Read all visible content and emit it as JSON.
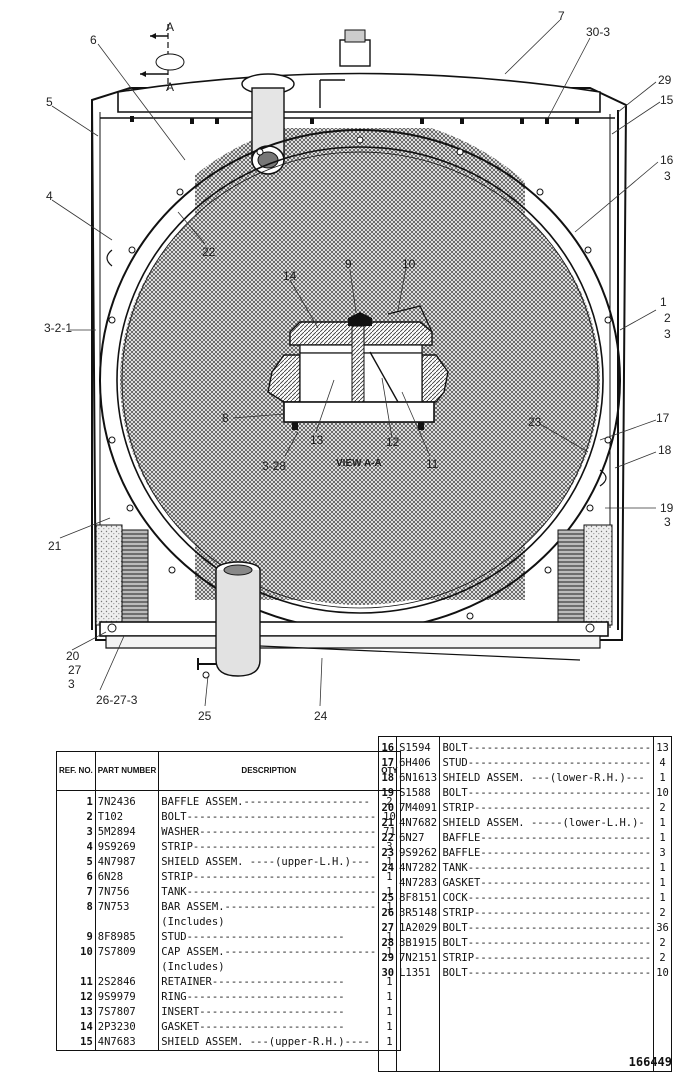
{
  "view_label": "VIEW A-A",
  "section_marks": [
    "A",
    "A"
  ],
  "callouts": [
    "7",
    "30-3",
    "29",
    "15",
    "16",
    "3",
    "6",
    "5",
    "4",
    "22",
    "14",
    "9",
    "10",
    "3-2-1",
    "1",
    "2",
    "3",
    "8",
    "13",
    "12",
    "11",
    "3-28",
    "23",
    "17",
    "18",
    "19",
    "3",
    "21",
    "20",
    "27",
    "3",
    "26-27-3",
    "25",
    "24"
  ],
  "table_left": {
    "headers": {
      "ref": "REF. NO.",
      "part": "PART NUMBER",
      "desc": "DESCRIPTION",
      "qty": "QTY"
    },
    "rows": [
      {
        "ref": "1",
        "part": "7N2436",
        "desc": "BAFFLE ASSEM.--------------------",
        "qty": "2"
      },
      {
        "ref": "2",
        "part": "T102",
        "desc": "BOLT------------------------------",
        "qty": "10"
      },
      {
        "ref": "3",
        "part": "5M2894",
        "desc": "WASHER----------------------------",
        "qty": "71"
      },
      {
        "ref": "4",
        "part": "9S9269",
        "desc": "STRIP-----------------------------",
        "qty": "3"
      },
      {
        "ref": "5",
        "part": "4N7987",
        "desc": "SHIELD ASSEM. ----(upper-L.H.)---",
        "qty": "1"
      },
      {
        "ref": "6",
        "part": "6N28",
        "desc": "STRIP-----------------------------",
        "qty": "1"
      },
      {
        "ref": "7",
        "part": "7N756",
        "desc": "TANK------------------------------",
        "qty": "1"
      },
      {
        "ref": "8",
        "part": "7N753",
        "desc": "BAR ASSEM.------------------------",
        "qty": "1"
      },
      {
        "ref": "",
        "part": "",
        "desc": "     (Includes)",
        "qty": ""
      },
      {
        "ref": "9",
        "part": "8F8985",
        "desc": "     STUD-------------------------",
        "qty": "1"
      },
      {
        "ref": "10",
        "part": "7S7809",
        "desc": "CAP ASSEM.------------------------",
        "qty": "1"
      },
      {
        "ref": "",
        "part": "",
        "desc": "     (Includes)",
        "qty": ""
      },
      {
        "ref": "11",
        "part": "2S2846",
        "desc": "     RETAINER---------------------",
        "qty": "1"
      },
      {
        "ref": "12",
        "part": "9S9979",
        "desc": "     RING-------------------------",
        "qty": "1"
      },
      {
        "ref": "13",
        "part": "7S7807",
        "desc": "     INSERT-----------------------",
        "qty": "1"
      },
      {
        "ref": "14",
        "part": "2P3230",
        "desc": "     GASKET-----------------------",
        "qty": "1"
      },
      {
        "ref": "15",
        "part": "4N7683",
        "desc": "SHIELD ASSEM. ---(upper-R.H.)----",
        "qty": "1"
      }
    ]
  },
  "table_right": {
    "rows": [
      {
        "ref": "16",
        "part": "S1594",
        "desc": "BOLT-----------------------------",
        "qty": "13"
      },
      {
        "ref": "17",
        "part": "6H406",
        "desc": "STUD-----------------------------",
        "qty": "4"
      },
      {
        "ref": "18",
        "part": "6N1613",
        "desc": "SHIELD ASSEM. ---(lower-R.H.)---",
        "qty": "1"
      },
      {
        "ref": "19",
        "part": "S1588",
        "desc": "BOLT-----------------------------",
        "qty": "10"
      },
      {
        "ref": "20",
        "part": "7M4091",
        "desc": "STRIP----------------------------",
        "qty": "2"
      },
      {
        "ref": "21",
        "part": "4N7682",
        "desc": "SHIELD ASSEM. -----(lower-L.H.)-",
        "qty": "1"
      },
      {
        "ref": "22",
        "part": "6N27",
        "desc": "BAFFLE---------------------------",
        "qty": "1"
      },
      {
        "ref": "23",
        "part": "9S9262",
        "desc": "BAFFLE---------------------------",
        "qty": "3"
      },
      {
        "ref": "24",
        "part": "4N7282",
        "desc": "TANK-----------------------------",
        "qty": "1"
      },
      {
        "ref": "",
        "part": "4N7283",
        "desc": "GASKET---------------------------",
        "qty": "1"
      },
      {
        "ref": "25",
        "part": "8F8151",
        "desc": "COCK-----------------------------",
        "qty": "1"
      },
      {
        "ref": "26",
        "part": "3R5148",
        "desc": "STRIP----------------------------",
        "qty": "2"
      },
      {
        "ref": "27",
        "part": "1A2029",
        "desc": "BOLT-----------------------------",
        "qty": "36"
      },
      {
        "ref": "28",
        "part": "3B1915",
        "desc": "BOLT-----------------------------",
        "qty": "2"
      },
      {
        "ref": "29",
        "part": "7N2151",
        "desc": "STRIP----------------------------",
        "qty": "2"
      },
      {
        "ref": "30",
        "part": "L1351",
        "desc": "BOLT-----------------------------",
        "qty": "10"
      },
      {
        "ref": "",
        "part": "",
        "desc": "",
        "qty": ""
      },
      {
        "ref": "",
        "part": "",
        "desc": "",
        "qty": ""
      },
      {
        "ref": "",
        "part": "",
        "desc": "",
        "qty": ""
      },
      {
        "ref": "",
        "part": "",
        "desc": "",
        "qty": ""
      },
      {
        "ref": "",
        "part": "",
        "desc": "",
        "qty": ""
      },
      {
        "ref": "",
        "part": "",
        "desc": "",
        "qty": ""
      }
    ]
  },
  "figure_number": "166449"
}
